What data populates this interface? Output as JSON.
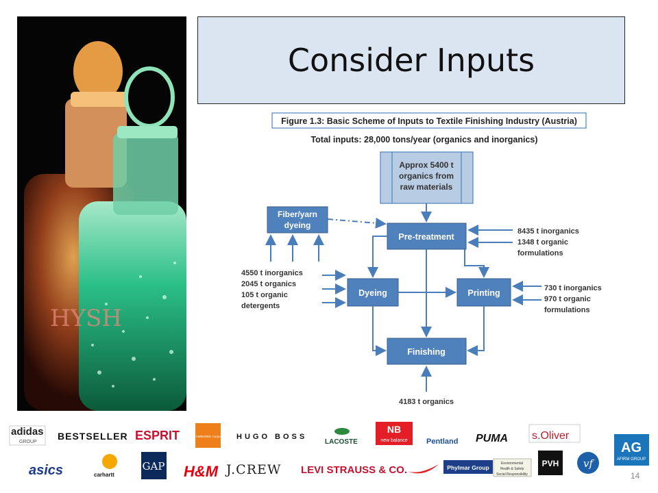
{
  "slide": {
    "title": "Consider Inputs",
    "number": "14",
    "photo_text": "HYSH"
  },
  "figure": {
    "caption": "Figure 1.3: Basic Scheme of Inputs to Textile Finishing Industry (Austria)",
    "subtitle": "Total inputs: 28,000 tons/year (organics and inorganics)",
    "source_box": [
      "Approx 5400 t",
      "organics from",
      "raw materials"
    ],
    "fiber_box": [
      "Fiber/yarn",
      "dyeing"
    ],
    "nodes": {
      "pretreatment": "Pre-treatment",
      "dyeing": "Dyeing",
      "printing": "Printing",
      "finishing": "Finishing"
    },
    "inputs_pretreatment": [
      "8435 t inorganics",
      "1348 t organic",
      "formulations"
    ],
    "inputs_dyeing": [
      "4550 t inorganics",
      "2045 t organics",
      "105 t organic",
      "detergents"
    ],
    "inputs_printing": [
      "730 t inorganics",
      "970 t organic",
      "formulations"
    ],
    "inputs_finishing": "4183 t organics",
    "colors": {
      "box_fill": "#4f81bd",
      "source_fill": "#b8cce4",
      "arrow": "#4a7ebb",
      "caption_border": "#4f81bd"
    }
  },
  "logos": {
    "row1": [
      "adidas",
      "GROUP",
      "BESTSELLER",
      "ESPRIT",
      "The GYMBOREE Corporation",
      "HUGO BOSS",
      "LACOSTE",
      "new balance",
      "Pentland",
      "PUMA",
      "s.Oliver",
      "AG",
      "AFIRM GROUP"
    ],
    "row2": [
      "asics",
      "carhartt",
      "GAP",
      "H&M",
      "J.CREW",
      "LEVI STRAUSS & CO.",
      "Phylmar Group",
      "Environmental",
      "Health & Safety",
      "Social Responsibility",
      "PVH",
      "vf"
    ]
  }
}
